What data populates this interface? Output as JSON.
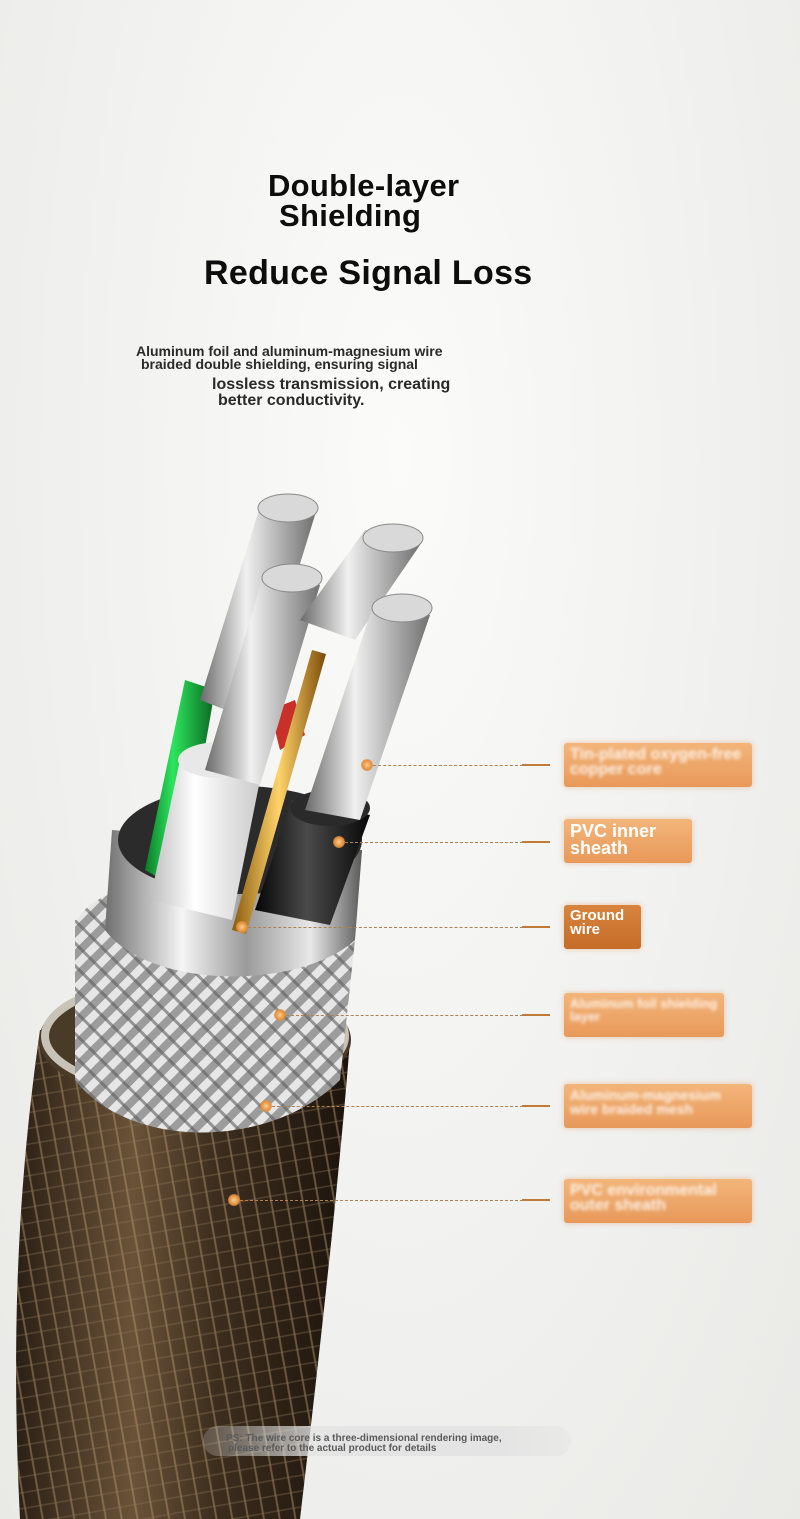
{
  "heading": {
    "line1": "Double-layer",
    "line2": "Shielding",
    "line3": "Reduce Signal Loss"
  },
  "description": {
    "line1": "Aluminum foil and aluminum-magnesium wire",
    "line2": "braided double shielding, ensuring signal",
    "line3": "lossless transmission, creating",
    "line4": "better conductivity."
  },
  "callouts": [
    {
      "line1": "Tin-plated oxygen-free",
      "line2": "copper core"
    },
    {
      "line1": "PVC inner",
      "line2": "sheath"
    },
    {
      "line1": "Ground",
      "line2": "wire"
    },
    {
      "line1": "Aluminum foil shielding",
      "line2": "layer"
    },
    {
      "line1": "Aluminum-magnesium",
      "line2": "wire braided mesh"
    },
    {
      "line1": "PVC environmental",
      "line2": "outer sheath"
    }
  ],
  "footnote": {
    "line1": "PS: The wire core is a three-dimensional rendering image,",
    "line2": "please refer to the actual product for details"
  },
  "colors": {
    "accent": "#e8995a",
    "background": "#f1f1ef",
    "text": "#0d0d0d"
  }
}
